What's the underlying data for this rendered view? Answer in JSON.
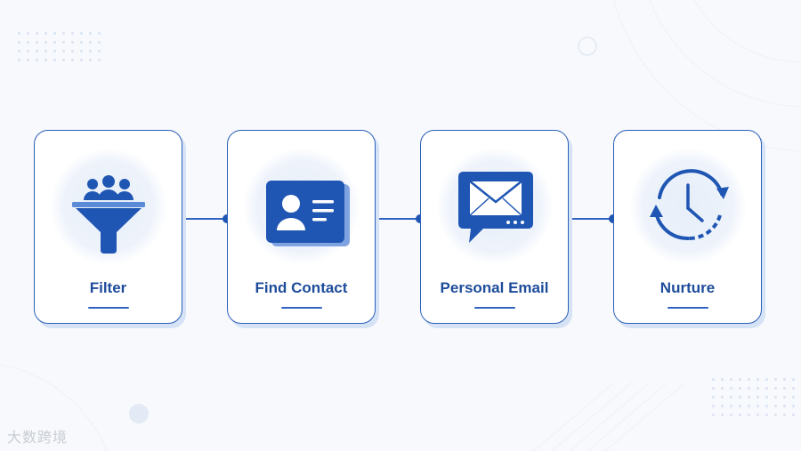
{
  "steps": [
    {
      "label": "Filter",
      "icon": "funnel-people-icon"
    },
    {
      "label": "Find Contact",
      "icon": "contact-card-icon"
    },
    {
      "label": "Personal Email",
      "icon": "email-chat-icon"
    },
    {
      "label": "Nurture",
      "icon": "clock-cycle-icon"
    }
  ],
  "watermark": "大数跨境",
  "colors": {
    "accent": "#1f56b3",
    "text": "#1d4c9a",
    "background": "#f7f9fc",
    "card_shadow": "#d6e2f5"
  }
}
